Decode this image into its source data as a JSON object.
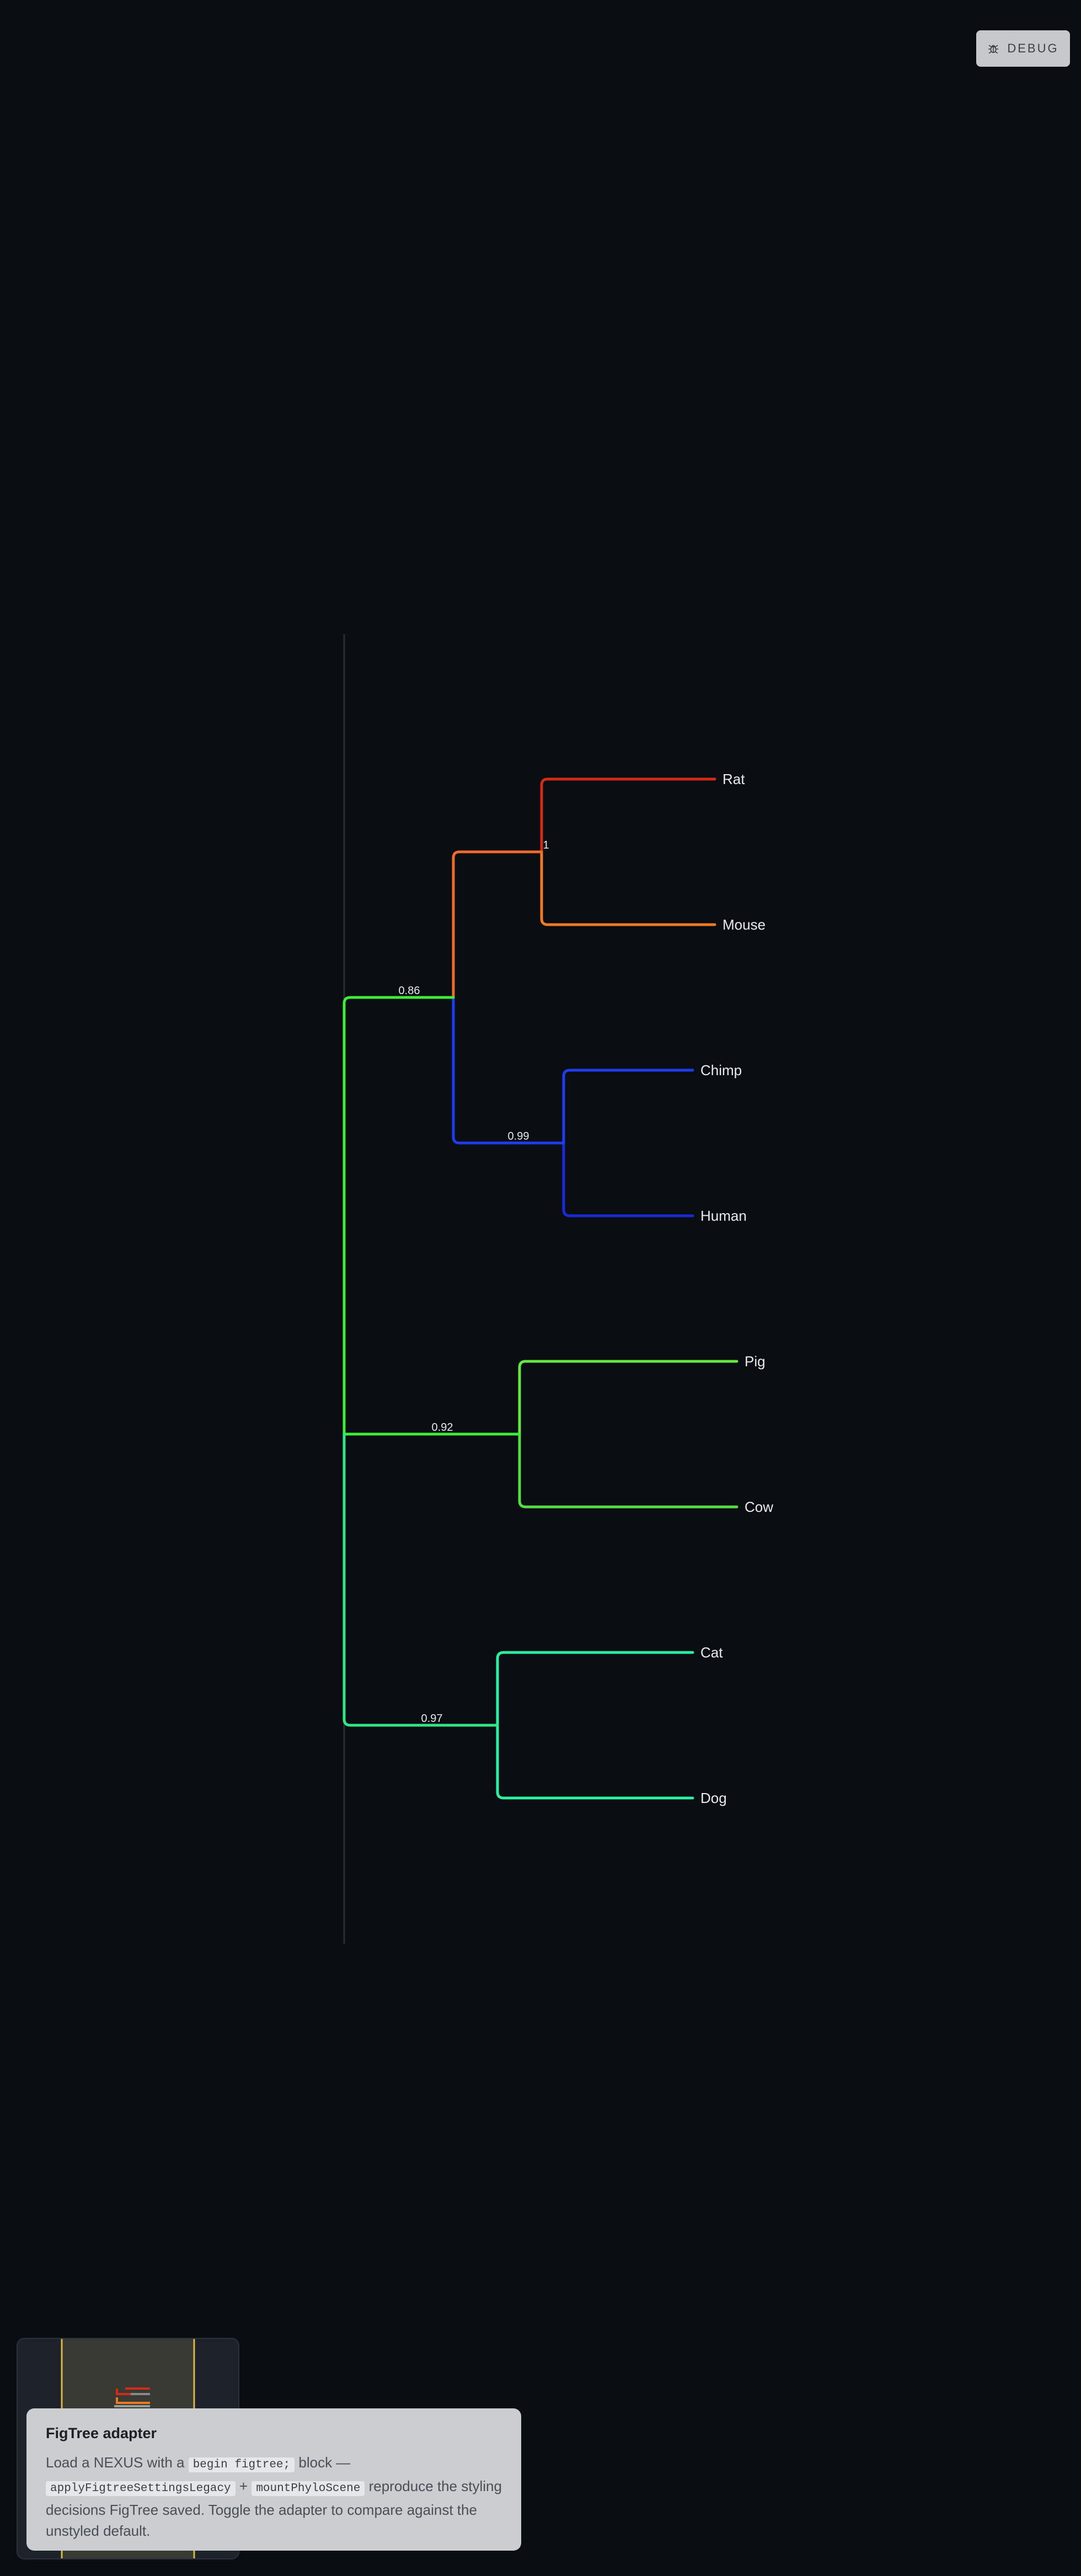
{
  "debug_button": {
    "label": "DEBUG",
    "icon": "bug-icon"
  },
  "tree": {
    "colors": {
      "rat": "#d42a16",
      "mouse": "#f07a22",
      "rodent_clade": "#f06a2c",
      "primates": "#1f3cf0",
      "human": "#1b2ad8",
      "pig": "#66e843",
      "cow": "#55dd44",
      "root_upper": "#3ded3a",
      "root_lower": "#2ee886",
      "carnivore": "#2af0a4",
      "axis": "#2a2e36"
    },
    "taxa": [
      "Rat",
      "Mouse",
      "Chimp",
      "Human",
      "Pig",
      "Cow",
      "Cat",
      "Dog"
    ],
    "supports": {
      "rodents": "1",
      "euarchontoglires": "0.86",
      "primates": "0.99",
      "artiodactyls": "0.92",
      "carnivores": "0.97"
    }
  },
  "info_card": {
    "title": "FigTree adapter",
    "text_1": "Load a NEXUS with a",
    "code_1": "begin figtree;",
    "text_2": "block —",
    "code_2": "applyFigtreeSettingsLegacy",
    "text_3": "+",
    "code_3": "mountPhyloScene",
    "text_4": "reproduce the styling decisions FigTree saved. Toggle the adapter to compare against the unstyled default."
  }
}
